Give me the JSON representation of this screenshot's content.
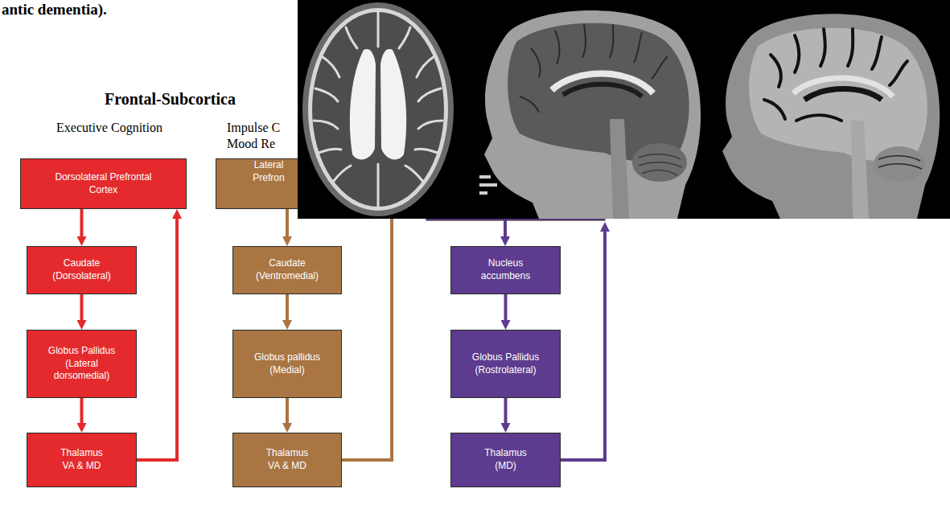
{
  "diagram": {
    "title": "Frontal-Subcortica",
    "nodes": [
      {
        "text": [
          "Dorsolateral Prefrontal Cortex"
        ]
      },
      {
        "text": [
          "Caudate (Dorsolateral)"
        ]
      },
      {
        "text": [
          "Globus Pallidus (Lateral dorsomedial)"
        ]
      },
      {
        "text": [
          "Thalamus VA & MD"
        ]
      },
      {
        "text": [
          "Lateral Prefron"
        ]
      },
      {
        "text": [
          "Caudate (Ventromedial)"
        ]
      },
      {
        "text": [
          "Globus pallidus (Medial)"
        ]
      },
      {
        "text": [
          "Thalamus VA & MD"
        ]
      },
      {
        "text": [
          "Nucleus accumbens"
        ]
      },
      {
        "text": [
          "Globus Pallidus (Rostrolateral)"
        ]
      },
      {
        "text": [
          "Thalamus (MD)"
        ]
      }
    ],
    "edges": [
      {
        "from": 0,
        "to": 1,
        "arrow": "to"
      },
      {
        "from": 1,
        "to": 2,
        "arrow": "to"
      },
      {
        "from": 2,
        "to": 3,
        "arrow": "to"
      },
      {
        "from": 3,
        "to": 0,
        "arrow": "to"
      },
      {
        "from": 4,
        "to": 5,
        "arrow": "to"
      },
      {
        "from": 5,
        "to": 6,
        "arrow": "to"
      },
      {
        "from": 6,
        "to": 7,
        "arrow": "to"
      },
      {
        "from": 7,
        "to": 4,
        "arrow": "to"
      },
      {
        "from": 8,
        "to": 9,
        "arrow": "to"
      },
      {
        "from": 9,
        "to": 10,
        "arrow": "to"
      }
    ],
    "labels": [
      "antic dementia).",
      "Executive Cognition",
      "Impulse C",
      "Mood Re"
    ]
  }
}
